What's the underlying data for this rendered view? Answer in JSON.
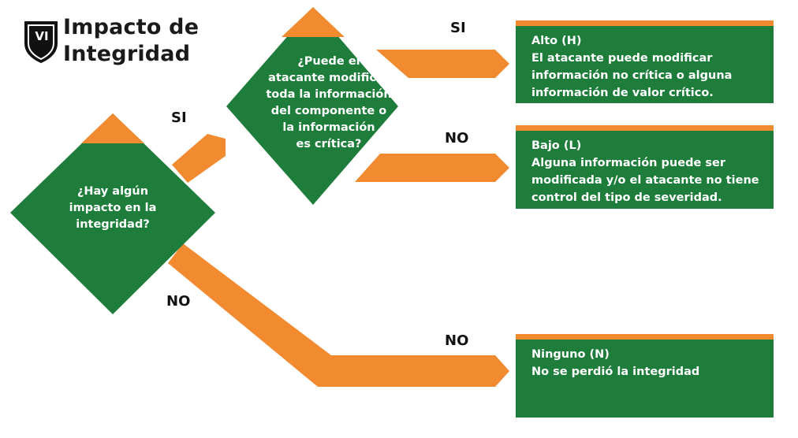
{
  "badge": "VI",
  "title": [
    "Impacto de",
    "Integridad"
  ],
  "colors": {
    "green": "#1e7d3b",
    "orange": "#f28a30",
    "text": "#1a1a1a"
  },
  "decision_main": [
    "¿Hay algún",
    "impacto en la",
    "integridad?"
  ],
  "decision_second": [
    "¿Puede el",
    "atacante modificar",
    "toda la información",
    "del componente o",
    "la información",
    "es crítica?"
  ],
  "labels": {
    "si_main": "SI",
    "no_main": "NO",
    "si_second": "SI",
    "no_second": "NO",
    "no_bottom": "NO"
  },
  "outcomes": {
    "high": [
      "Alto (H)",
      "El atacante puede modificar",
      "información no crítica o alguna",
      "información de valor crítico."
    ],
    "low": [
      "Bajo (L)",
      "Alguna información puede ser",
      "modificada y/o el atacante no tiene",
      "control del tipo de severidad."
    ],
    "none": [
      "Ninguno (N)",
      "No se perdió la integridad"
    ]
  }
}
